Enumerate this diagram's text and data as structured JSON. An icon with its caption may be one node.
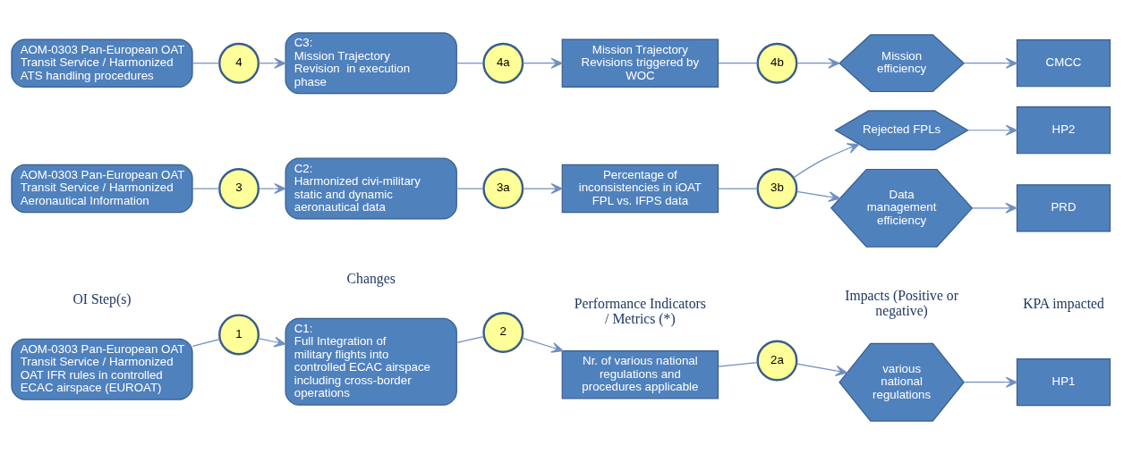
{
  "diagram": {
    "nodes": [
      {
        "text": [
          "AOM-0303 Pan-European OAT Transit Service / Harmonized OAT IFR rules in controlled ECAC airspace (EUROAT)"
        ]
      },
      {
        "text": [
          "1"
        ]
      },
      {
        "text": [
          "C1:",
          "Full Integration of military flights into controlled ECAC airspace including cross-border operations"
        ]
      },
      {
        "text": [
          "2"
        ]
      },
      {
        "text": [
          "Nr. of various national regulations and procedures applicable"
        ]
      },
      {
        "text": [
          "2a"
        ]
      },
      {
        "text": [
          "various national regulations"
        ]
      },
      {
        "text": [
          "HP1"
        ]
      },
      {
        "text": [
          "AOM-0303 Pan-European OAT Transit Service / Harmonized Aeronautical Information"
        ]
      },
      {
        "text": [
          "3"
        ]
      },
      {
        "text": [
          "C2:",
          "Harmonized civi-military static and dynamic aeronautical data"
        ]
      },
      {
        "text": [
          "3a"
        ]
      },
      {
        "text": [
          "Percentage of inconsistencies in iOAT FPL vs. IFPS data"
        ]
      },
      {
        "text": [
          "3b"
        ]
      },
      {
        "text": [
          "Rejected FPLs"
        ]
      },
      {
        "text": [
          "HP2"
        ]
      },
      {
        "text": [
          "Data management efficiency"
        ]
      },
      {
        "text": [
          "PRD"
        ]
      },
      {
        "text": [
          "AOM-0303 Pan-European OAT Transit Service / Harmonized ATS handling procedures"
        ]
      },
      {
        "text": [
          "4"
        ]
      },
      {
        "text": [
          "C3:",
          "Mission Trajectory Revision  in execution phase"
        ]
      },
      {
        "text": [
          "4a"
        ]
      },
      {
        "text": [
          "Mission Trajectory Revisions triggered by WOC"
        ]
      },
      {
        "text": [
          "4b"
        ]
      },
      {
        "text": [
          "Mission efficiency"
        ]
      },
      {
        "text": [
          "CMCC"
        ]
      }
    ],
    "edges": [
      {
        "from": 0,
        "to": 1,
        "arrow": "none"
      },
      {
        "from": 1,
        "to": 2,
        "arrow": "to"
      },
      {
        "from": 2,
        "to": 3,
        "arrow": "none"
      },
      {
        "from": 3,
        "to": 4,
        "arrow": "to"
      },
      {
        "from": 4,
        "to": 5,
        "arrow": "none"
      },
      {
        "from": 5,
        "to": 6,
        "arrow": "to"
      },
      {
        "from": 6,
        "to": 7,
        "arrow": "to"
      },
      {
        "from": 8,
        "to": 9,
        "arrow": "none"
      },
      {
        "from": 9,
        "to": 10,
        "arrow": "to"
      },
      {
        "from": 10,
        "to": 11,
        "arrow": "none"
      },
      {
        "from": 11,
        "to": 12,
        "arrow": "to"
      },
      {
        "from": 12,
        "to": 13,
        "arrow": "none"
      },
      {
        "from": 13,
        "to": 14,
        "arrow": "to"
      },
      {
        "from": 13,
        "to": 16,
        "arrow": "to"
      },
      {
        "from": 14,
        "to": 15,
        "arrow": "to"
      },
      {
        "from": 16,
        "to": 17,
        "arrow": "to"
      },
      {
        "from": 18,
        "to": 19,
        "arrow": "none"
      },
      {
        "from": 19,
        "to": 20,
        "arrow": "to"
      },
      {
        "from": 20,
        "to": 21,
        "arrow": "none"
      },
      {
        "from": 21,
        "to": 22,
        "arrow": "to"
      },
      {
        "from": 22,
        "to": 23,
        "arrow": "none"
      },
      {
        "from": 23,
        "to": 24,
        "arrow": "to"
      },
      {
        "from": 24,
        "to": 25,
        "arrow": "to"
      }
    ],
    "labels": [
      "OI Step(s)",
      "Changes",
      "Performance Indicators / Metrics (*)",
      "Impacts (Positive or negative)",
      "KPA impacted"
    ]
  }
}
